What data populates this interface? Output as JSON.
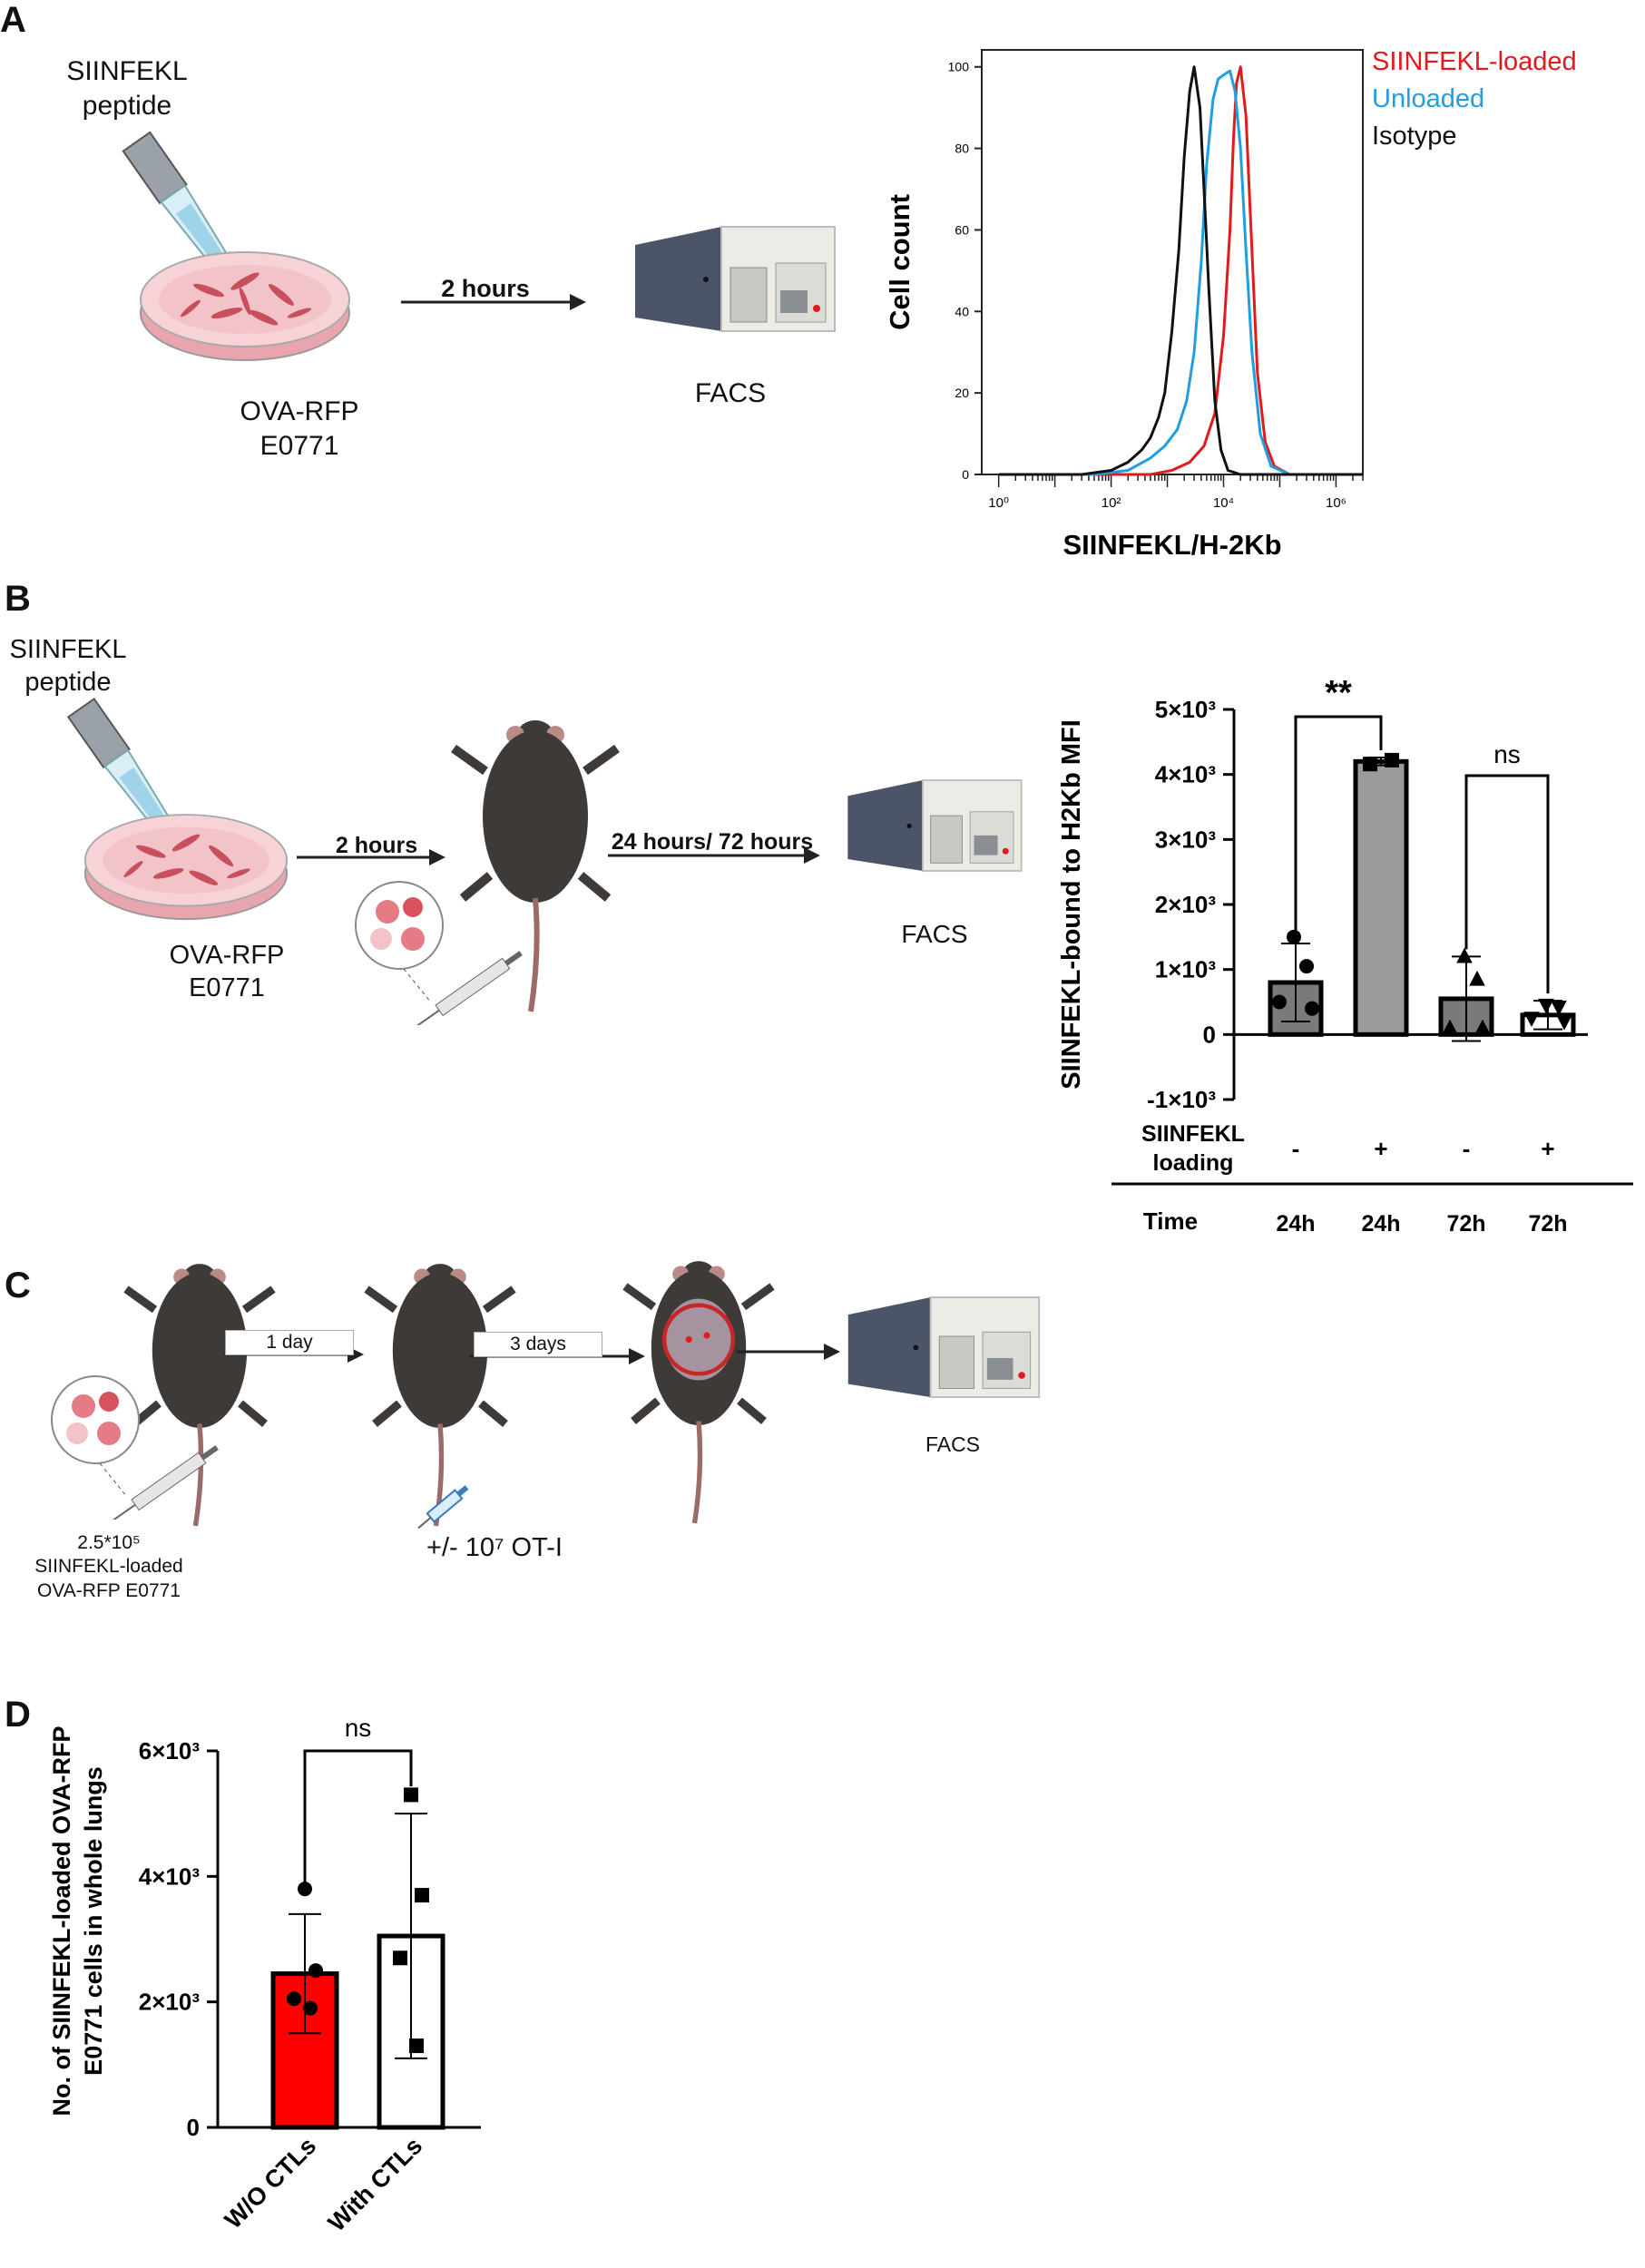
{
  "panels": {
    "a": {
      "letter": "A",
      "peptide_label": "SIINFEKL\npeptide",
      "cell_label": "OVA-RFP\nE0771",
      "arrow_label": "2 hours",
      "facs_label": "FACS"
    },
    "b": {
      "letter": "B",
      "peptide_label": "SIINFEKL\npeptide",
      "cell_label": "OVA-RFP\nE0771",
      "arrow1_label": "2 hours",
      "arrow2_label": "24 hours/ 72 hours",
      "facs_label": "FACS"
    },
    "c": {
      "letter": "C",
      "arrow1_label": "1 day",
      "arrow2_label": "3 days",
      "injection_label": "2.5*10⁵\nSIINFEKL-loaded\nOVA-RFP E0771",
      "otl_label": "+/- 10⁷ OT-I",
      "facs_label": "FACS"
    },
    "d": {
      "letter": "D"
    }
  },
  "colors": {
    "siinfekl": "#e31a1c",
    "unloaded": "#1f9fe0",
    "isotype": "#111111",
    "bar_gray": "#7a7a7a",
    "bar_light": "#9b9b9b",
    "bar_red": "#ff0000",
    "dish": "#f2c4c9",
    "mouse": "#3d3a38",
    "facs_dark": "#4b5567"
  },
  "chart_data": [
    {
      "id": "histogram",
      "type": "line",
      "xlabel": "SIINFEKL/H-2Kb",
      "ylabel": "Cell count",
      "xscale": "log",
      "xlim": [
        0.5,
        3000000
      ],
      "ylim": [
        0,
        100
      ],
      "xticks": [
        {
          "v": 1,
          "label": "10⁰"
        },
        {
          "v": 100,
          "label": "10²"
        },
        {
          "v": 10000,
          "label": "10⁴"
        },
        {
          "v": 1000000,
          "label": "10⁶"
        }
      ],
      "yticks": [
        0,
        20,
        40,
        60,
        80,
        100
      ],
      "legend": "top-right",
      "series": [
        {
          "name": "SIINFEKL-loaded",
          "color": "#e31a1c",
          "x": [
            1,
            100,
            500,
            1200,
            2500,
            4500,
            7000,
            10000,
            13000,
            15000,
            17000,
            20000,
            25000,
            32000,
            40000,
            55000,
            80000,
            150000,
            3000000
          ],
          "y": [
            0,
            0,
            0,
            1,
            3,
            7,
            15,
            34,
            60,
            82,
            96,
            100,
            88,
            55,
            25,
            8,
            2,
            0,
            0
          ]
        },
        {
          "name": "Unloaded",
          "color": "#1f9fe0",
          "x": [
            1,
            50,
            200,
            500,
            900,
            1500,
            2200,
            3000,
            4000,
            5000,
            6500,
            8000,
            10000,
            13000,
            16000,
            20000,
            25000,
            32000,
            45000,
            70000,
            150000,
            3000000
          ],
          "y": [
            0,
            0,
            1,
            4,
            7,
            11,
            18,
            30,
            52,
            76,
            92,
            97,
            98,
            99,
            94,
            80,
            55,
            30,
            10,
            2,
            0,
            0
          ]
        },
        {
          "name": "Isotype",
          "color": "#111111",
          "x": [
            1,
            30,
            100,
            200,
            350,
            500,
            700,
            900,
            1200,
            1600,
            2000,
            2500,
            3000,
            3800,
            4500,
            5500,
            7000,
            9000,
            12000,
            20000,
            50000,
            3000000
          ],
          "y": [
            0,
            0,
            1,
            3,
            6,
            9,
            14,
            20,
            35,
            55,
            78,
            94,
            100,
            90,
            70,
            45,
            18,
            6,
            1,
            0,
            0,
            0
          ]
        }
      ]
    },
    {
      "id": "bar-b",
      "type": "bar",
      "ylabel": "SIINFEKL-bound to H2Kb MFI",
      "ylim": [
        -1000,
        5000
      ],
      "yticks": [
        {
          "v": -1000,
          "label": "-1×10³"
        },
        {
          "v": 0,
          "label": "0"
        },
        {
          "v": 1000,
          "label": "1×10³"
        },
        {
          "v": 2000,
          "label": "2×10³"
        },
        {
          "v": 3000,
          "label": "3×10³"
        },
        {
          "v": 4000,
          "label": "4×10³"
        },
        {
          "v": 5000,
          "label": "5×10³"
        }
      ],
      "row_labels": {
        "loading": "SIINFEKL\nloading",
        "time": "Time"
      },
      "categories": [
        {
          "loading": "-",
          "time": "24h",
          "value": 800,
          "err": 600,
          "color": "#7a7a7a",
          "marker": "circle",
          "points": [
            1500,
            1050,
            500,
            400
          ]
        },
        {
          "loading": "+",
          "time": "24h",
          "value": 4200,
          "err": 60,
          "color": "#9b9b9b",
          "marker": "square",
          "points": [
            4160,
            4220
          ]
        },
        {
          "loading": "-",
          "time": "72h",
          "value": 550,
          "err": 650,
          "color": "#7a7a7a",
          "marker": "triangle-up",
          "points": [
            1200,
            850,
            100,
            100
          ]
        },
        {
          "loading": "+",
          "time": "72h",
          "value": 300,
          "err": 220,
          "color": "#ffffff",
          "marker": "triangle-down",
          "points": [
            450,
            420,
            250,
            200
          ]
        }
      ],
      "annotations": [
        {
          "from": 0,
          "to": 1,
          "label": "**"
        },
        {
          "from": 2,
          "to": 3,
          "label": "ns"
        }
      ]
    },
    {
      "id": "bar-d",
      "type": "bar",
      "ylabel": "No. of SIINFEKL-loaded OVA-RFP\nE0771 cells in whole lungs",
      "ylim": [
        0,
        6000
      ],
      "yticks": [
        {
          "v": 0,
          "label": "0"
        },
        {
          "v": 2000,
          "label": "2×10³"
        },
        {
          "v": 4000,
          "label": "4×10³"
        },
        {
          "v": 6000,
          "label": "6×10³"
        }
      ],
      "categories": [
        {
          "label": "W/O CTLs",
          "value": 2450,
          "err": 950,
          "color": "#ff0000",
          "marker": "circle",
          "points": [
            3800,
            2500,
            2050,
            1900
          ]
        },
        {
          "label": "With CTLs",
          "value": 3050,
          "err": 1950,
          "color": "#ffffff",
          "marker": "square",
          "points": [
            5300,
            3700,
            2700,
            1300
          ]
        }
      ],
      "annotations": [
        {
          "from": 0,
          "to": 1,
          "label": "ns"
        }
      ]
    }
  ]
}
